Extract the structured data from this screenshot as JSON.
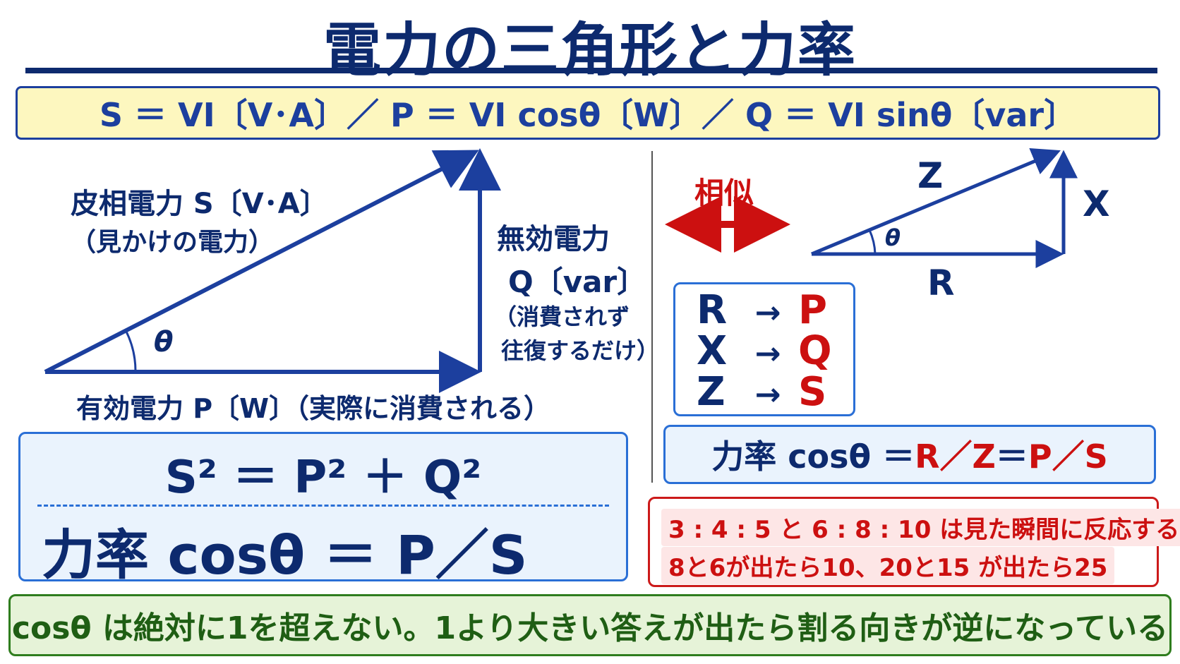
{
  "title": "電力の三角形と力率",
  "formula_bar": "S ＝ VI〔V･A〕／ P ＝ VI cosθ〔W〕／ Q ＝ VI sinθ〔var〕",
  "power_triangle": {
    "hypotenuse_label": "皮相電力 S〔V･A〕",
    "hypotenuse_note": "（見かけの電力）",
    "vertical_label": "無効電力",
    "vertical_unit": "Q〔var〕",
    "vertical_note_1": "（消費されず",
    "vertical_note_2": "往復するだけ）",
    "horizontal_label": "有効電力 P〔W〕（実際に消費される）",
    "angle": "θ"
  },
  "pythagoras_box": {
    "equation": "S² ＝ P² ＋ Q²",
    "power_factor": "力率 cosθ ＝ P／S"
  },
  "similar": {
    "label": "相似",
    "impedance_triangle": {
      "hyp": "Z",
      "vert": "X",
      "horiz": "R",
      "angle": "θ"
    }
  },
  "mapping": [
    {
      "from": "R",
      "arrow": "→",
      "to": "P"
    },
    {
      "from": "X",
      "arrow": "→",
      "to": "Q"
    },
    {
      "from": "Z",
      "arrow": "→",
      "to": "S"
    }
  ],
  "pf_box": {
    "prefix": "力率 cosθ ＝ ",
    "ratio1": "R／Z",
    "eq": " ＝ ",
    "ratio2": "P／S"
  },
  "tips": [
    "3 : 4 : 5 と 6 : 8 : 10 は見た瞬間に反応する。",
    "8と6が出たら10、20と15 が出たら25"
  ],
  "bottom_note": "cosθ は絶対に1を超えない。1より大きい答えが出たら割る向きが逆になっている",
  "colors": {
    "navy": "#0d2a6e",
    "blue": "#1c3f9e",
    "red": "#cc1010",
    "green": "#1f5e14"
  }
}
